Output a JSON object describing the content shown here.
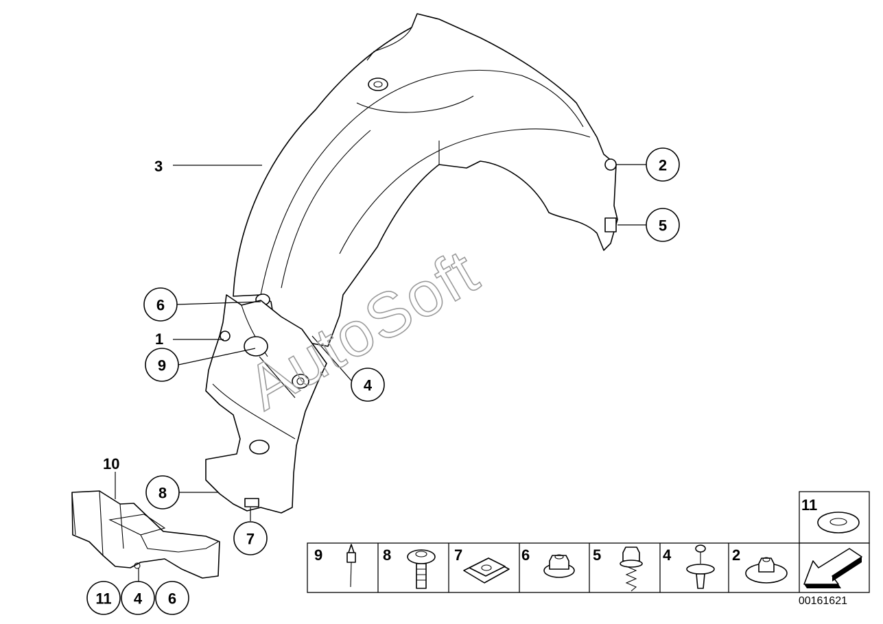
{
  "watermark": "AutoSoft",
  "document_id": "00161621",
  "callouts": {
    "c2": "2",
    "c5": "5",
    "c6a": "6",
    "c9": "9",
    "c4a": "4",
    "c8": "8",
    "c7": "7",
    "c11": "11",
    "c4b": "4",
    "c6b": "6"
  },
  "plain_labels": {
    "p3": "3",
    "p1": "1",
    "p10": "10"
  },
  "legend_table": {
    "cells": [
      {
        "number": "9",
        "part": "blind-rivet"
      },
      {
        "number": "8",
        "part": "expanding-rivet"
      },
      {
        "number": "7",
        "part": "sheet-metal-nut"
      },
      {
        "number": "6",
        "part": "collar-nut"
      },
      {
        "number": "5",
        "part": "screw"
      },
      {
        "number": "4",
        "part": "push-rivet"
      },
      {
        "number": "2",
        "part": "hex-nut"
      }
    ],
    "washer_number": "11"
  }
}
